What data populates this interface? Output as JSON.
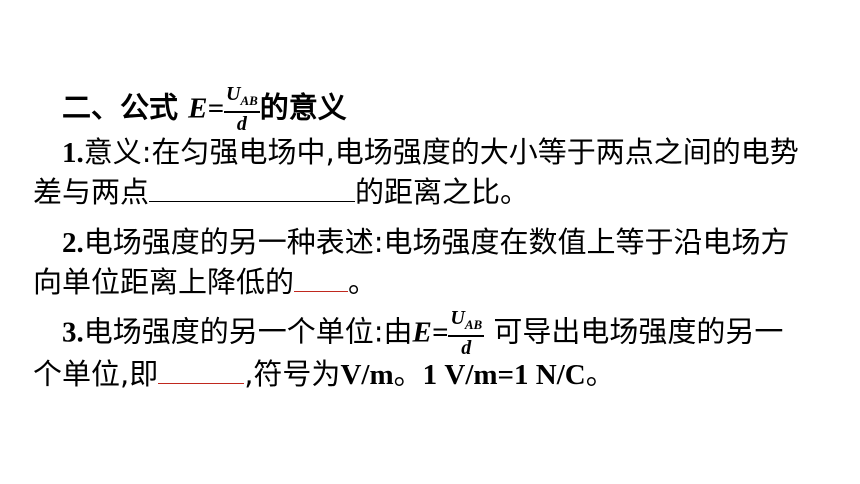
{
  "heading": {
    "prefix": "二、公式",
    "E": "E",
    "eq": "=",
    "num_U": "U",
    "num_sub": "AB",
    "den": "d",
    "suffix": "的意义"
  },
  "p1": {
    "num": "1.",
    "text_a": "意义:在匀强电场中,电场强度的大小等于两点之间的电势",
    "text_b": "差与两点",
    "text_c": "的距离之比。"
  },
  "p2": {
    "num": "2.",
    "text_a": "电场强度的另一种表述:电场强度在数值上等于沿电场方",
    "text_b": "向单位距离上降低的",
    "text_c": "。"
  },
  "p3": {
    "num": "3.",
    "text_a": "电场强度的另一个单位:由",
    "E": "E",
    "eq": "=",
    "num_U": "U",
    "num_sub": "AB",
    "den": "d",
    "text_b": "可导出电场强度的另一",
    "text_c": "个单位,即",
    "text_d": ",符号为",
    "text_e": "V/m",
    "text_f": "。",
    "text_g": "1 V/m=1 N/C",
    "text_h": "。"
  }
}
